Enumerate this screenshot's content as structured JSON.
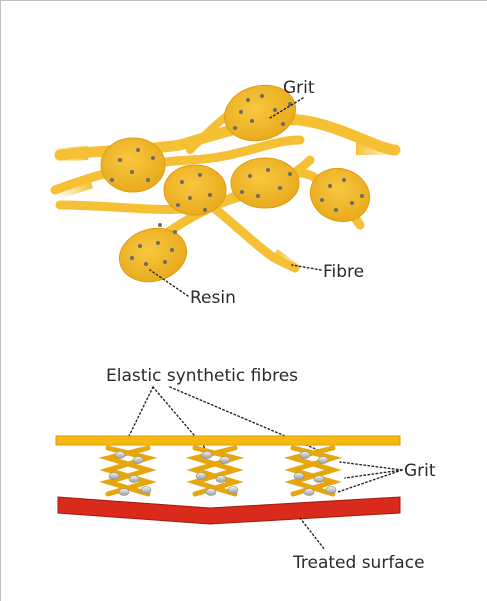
{
  "top_diagram": {
    "labels": {
      "grit": "Grit",
      "fibre": "Fibre",
      "resin": "Resin"
    }
  },
  "bottom_diagram": {
    "labels": {
      "elastic_fibres": "Elastic synthetic fibres",
      "grit": "Grit",
      "treated_surface": "Treated surface"
    }
  },
  "colors": {
    "resin": "#F2B51F",
    "fibre": "#F5C034",
    "grit": "#6B6B6B",
    "top_bar": "#F7B90F",
    "surface": "#D92A1C"
  }
}
